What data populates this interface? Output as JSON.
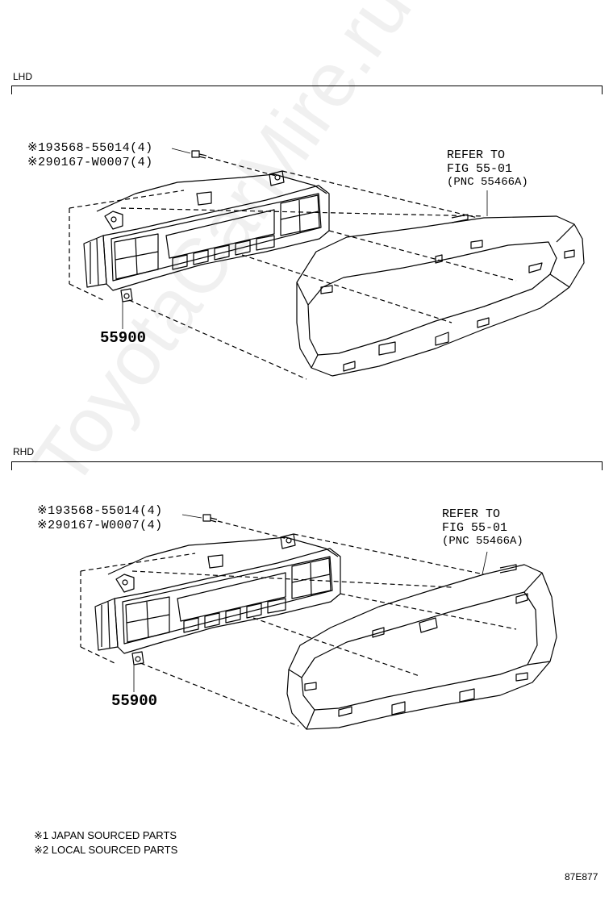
{
  "sections": [
    {
      "label": "LHD",
      "bolts": [
        {
          "mark": "※1",
          "text": "93568-55014(4)"
        },
        {
          "mark": "※2",
          "text": "90167-W0007(4)"
        }
      ],
      "refer": {
        "line1": "REFER TO",
        "line2": "FIG 55-01",
        "line3": "(PNC 55466A)"
      },
      "part_number": "55900"
    },
    {
      "label": "RHD",
      "bolts": [
        {
          "mark": "※1",
          "text": "93568-55014(4)"
        },
        {
          "mark": "※2",
          "text": "90167-W0007(4)"
        }
      ],
      "refer": {
        "line1": "REFER TO",
        "line2": "FIG 55-01",
        "line3": "(PNC 55466A)"
      },
      "part_number": "55900"
    }
  ],
  "legend": [
    {
      "mark": "※1",
      "text": "JAPAN SOURCED PARTS"
    },
    {
      "mark": "※2",
      "text": "LOCAL SOURCED PARTS"
    }
  ],
  "diagram_code": "87E877",
  "watermark": "ToyotaCarMire.ru"
}
